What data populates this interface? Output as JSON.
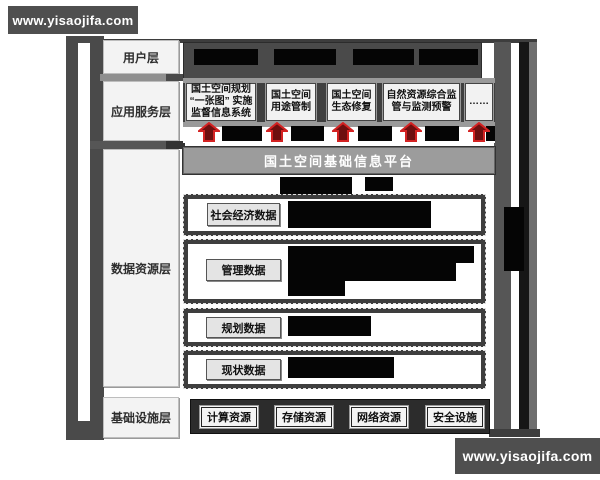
{
  "watermark": {
    "text": "www.yisaojifa.com"
  },
  "diagram": {
    "title_platform": "国土空间基础信息平台",
    "layers": {
      "user": {
        "label": "用户层"
      },
      "app": {
        "label": "应用服务层",
        "systems": [
          "国土空间规划\n“一张图” 实施\n监督信息系统",
          "国土空间\n用途管制",
          "国土空间\n生态修复",
          "自然资源综合监\n管与监测预警",
          "……"
        ]
      },
      "data": {
        "label": "数据资源层",
        "platform": "国土空间基础信息平台",
        "categories": [
          "社会经济数据",
          "管理数据",
          "规划数据",
          "现状数据"
        ]
      },
      "infra": {
        "label": "基础设施层",
        "resources": [
          "计算资源",
          "存储资源",
          "网络资源",
          "安全设施"
        ]
      }
    },
    "colors": {
      "arrow_red": "#d42222",
      "arrow_fill": "#6e0f0f",
      "panel_dark": "#3f3f3f",
      "platform_gray": "#9c9c9c",
      "redaction_black": "#050505",
      "watermark_gray": "#4f4f4f"
    }
  }
}
